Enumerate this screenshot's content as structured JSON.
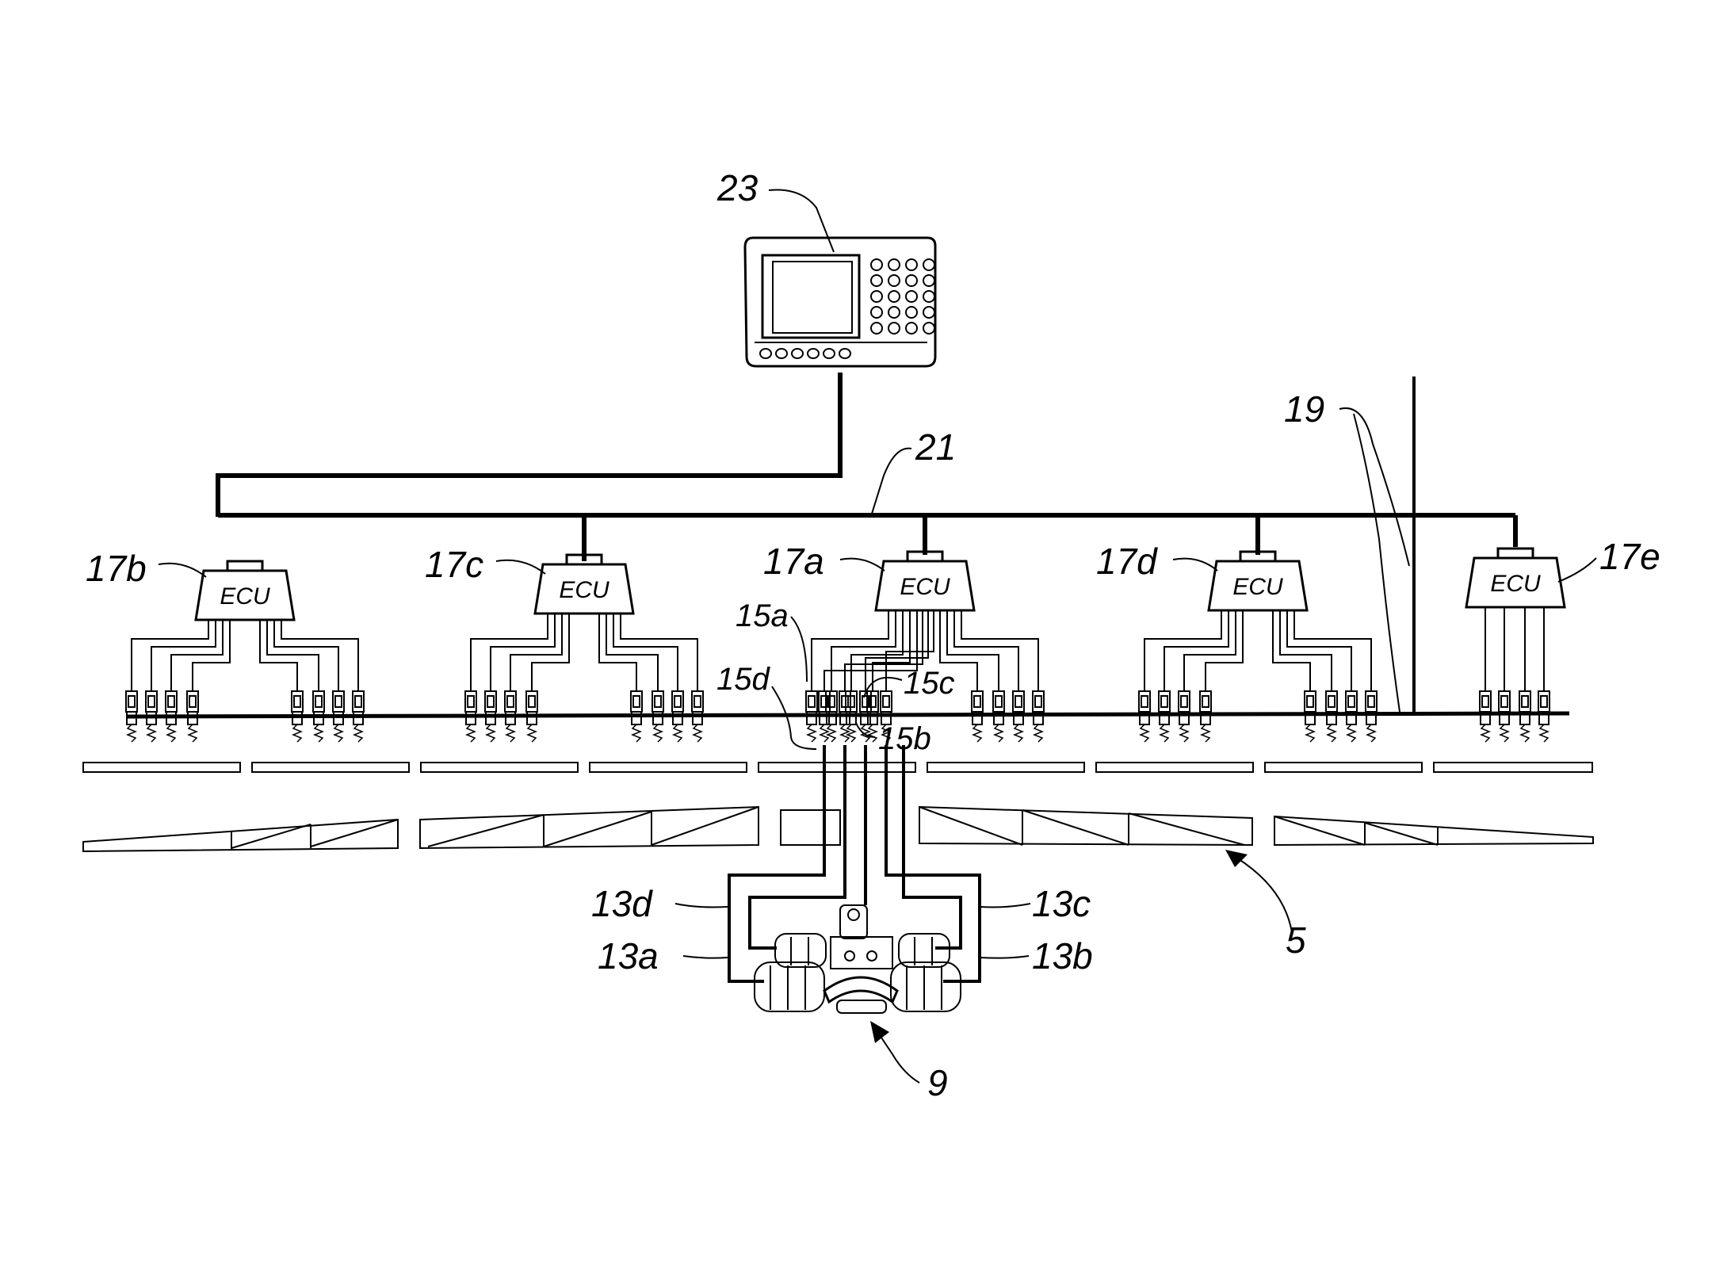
{
  "colors": {
    "ink": "#000000",
    "paper": "#ffffff"
  },
  "display": {
    "ref": "23"
  },
  "bus": {
    "ref": "21"
  },
  "nozzle_line": {
    "ref": "19"
  },
  "boom": {
    "ref": "5"
  },
  "tractor": {
    "ref": "9"
  },
  "ecus": [
    {
      "ref": "17b",
      "label": "ECU"
    },
    {
      "ref": "17c",
      "label": "ECU"
    },
    {
      "ref": "17a",
      "label": "ECU"
    },
    {
      "ref": "17d",
      "label": "ECU"
    },
    {
      "ref": "17e",
      "label": "ECU"
    }
  ],
  "nozzles": [
    "15a",
    "15b",
    "15c",
    "15d"
  ],
  "actuators": [
    "13a",
    "13b",
    "13c",
    "13d"
  ]
}
